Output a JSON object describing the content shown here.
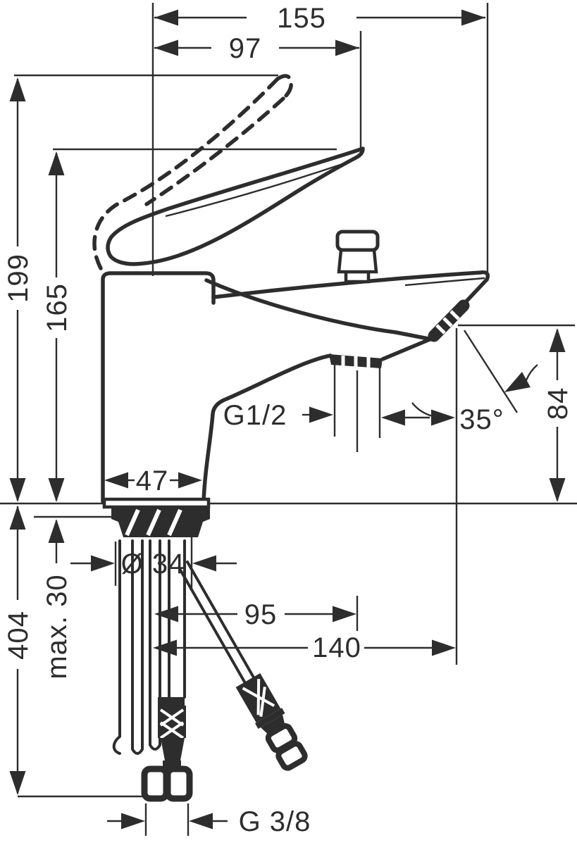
{
  "drawing": {
    "type": "technical-dimension-drawing",
    "subject": "single-lever bath mixer faucet, side elevation with supply hoses",
    "colors": {
      "line": "#2d2d2d",
      "background": "#ffffff"
    },
    "dimensions": {
      "reach_total": "155",
      "reach_handle": "97",
      "height_handle_raised": "199",
      "height_handle": "165",
      "spout_outlet_height": "84",
      "outlet_angle": "35°",
      "shower_outlet_thread": "G1/2",
      "base_width": "47",
      "shank_diameter": "Ø 34",
      "max_deck_thickness": "max. 30",
      "hose_length": "404",
      "offset_small": "95",
      "offset_large": "140",
      "supply_thread": "G 3/8"
    }
  }
}
